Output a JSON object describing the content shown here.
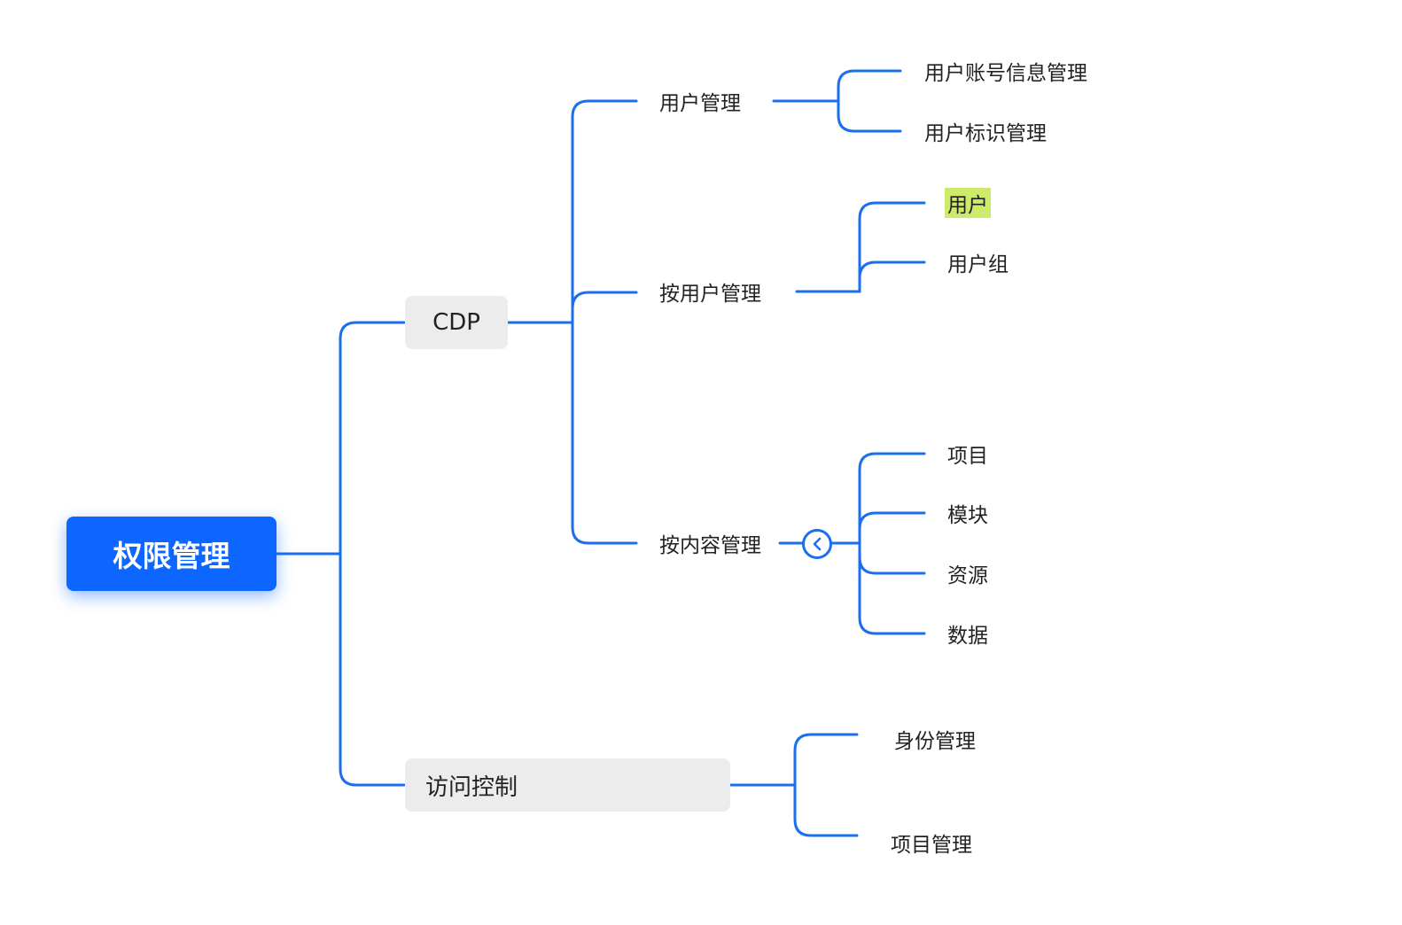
{
  "mindmap": {
    "root": "权限管理",
    "branches": {
      "cdp": "CDP",
      "access": "访问控制"
    },
    "cdp_topics": {
      "user_mgmt": "用户管理",
      "by_user": "按用户管理",
      "by_content": "按内容管理"
    },
    "user_mgmt_children": {
      "account_info": "用户账号信息管理",
      "identifier": "用户标识管理"
    },
    "by_user_children": {
      "user": "用户",
      "user_group": "用户组"
    },
    "by_content_children": {
      "project": "项目",
      "module": "模块",
      "resource": "资源",
      "data": "数据"
    },
    "access_children": {
      "identity": "身份管理",
      "project_mgmt": "项目管理"
    },
    "colors": {
      "connector": "#1a6ef0",
      "root_fill": "#0d66ff",
      "branch_fill": "#ececec",
      "highlight": "#cdea6b"
    },
    "icons": {
      "collapse": "chevron-left-icon"
    }
  }
}
